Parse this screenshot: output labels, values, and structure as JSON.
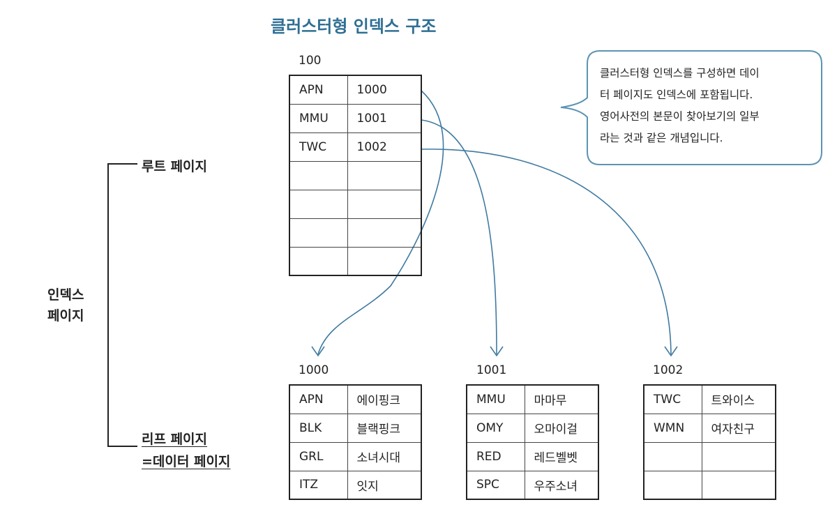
{
  "title": "클러스터형 인덱스 구조",
  "note": [
    "클러스터형 인덱스를 구성하면 데이",
    "터 페이지도 인덱스에 포함됩니다.",
    "영어사전의 본문이 찾아보기의 일부",
    "라는 것과 같은 개념입니다."
  ],
  "labels": {
    "index_page": [
      "인덱스",
      "페이지"
    ],
    "root_page": "루트 페이지",
    "leaf_page": [
      "리프 페이지",
      "=데이터 페이지"
    ]
  },
  "root": {
    "page_number": "100",
    "rows": [
      {
        "key": "APN",
        "pointer": "1000"
      },
      {
        "key": "MMU",
        "pointer": "1001"
      },
      {
        "key": "TWC",
        "pointer": "1002"
      },
      {
        "key": "",
        "pointer": ""
      },
      {
        "key": "",
        "pointer": ""
      },
      {
        "key": "",
        "pointer": ""
      },
      {
        "key": "",
        "pointer": ""
      }
    ]
  },
  "leaves": [
    {
      "page_number": "1000",
      "rows": [
        {
          "key": "APN",
          "value": "에이핑크"
        },
        {
          "key": "BLK",
          "value": "블랙핑크"
        },
        {
          "key": "GRL",
          "value": "소녀시대"
        },
        {
          "key": "ITZ",
          "value": "잇지"
        }
      ]
    },
    {
      "page_number": "1001",
      "rows": [
        {
          "key": "MMU",
          "value": "마마무"
        },
        {
          "key": "OMY",
          "value": "오마이걸"
        },
        {
          "key": "RED",
          "value": "레드벨벳"
        },
        {
          "key": "SPC",
          "value": "우주소녀"
        }
      ]
    },
    {
      "page_number": "1002",
      "rows": [
        {
          "key": "TWC",
          "value": "트와이스"
        },
        {
          "key": "WMN",
          "value": "여자친구"
        },
        {
          "key": "",
          "value": ""
        },
        {
          "key": "",
          "value": ""
        }
      ]
    }
  ]
}
